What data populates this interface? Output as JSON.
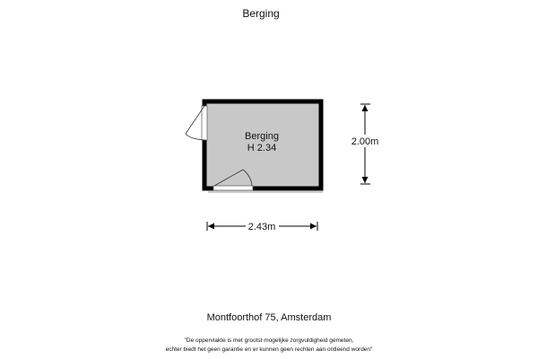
{
  "title": "Berging",
  "room": {
    "name": "Berging",
    "height_label": "H 2.34"
  },
  "dimensions": {
    "height": "2.00m",
    "width": "2.43m"
  },
  "address": "Montfoorthof 75, Amsterdam",
  "disclaimer": {
    "line1": "\"De oppervlakte is met grootst mogelijke zorgvuldigheid gemeten,",
    "line2": "echter biedt het geen garantie en er kunnen geen rechten aan ontleend worden\""
  },
  "colors": {
    "floor": "#c8c8c8",
    "wall": "#000000"
  }
}
